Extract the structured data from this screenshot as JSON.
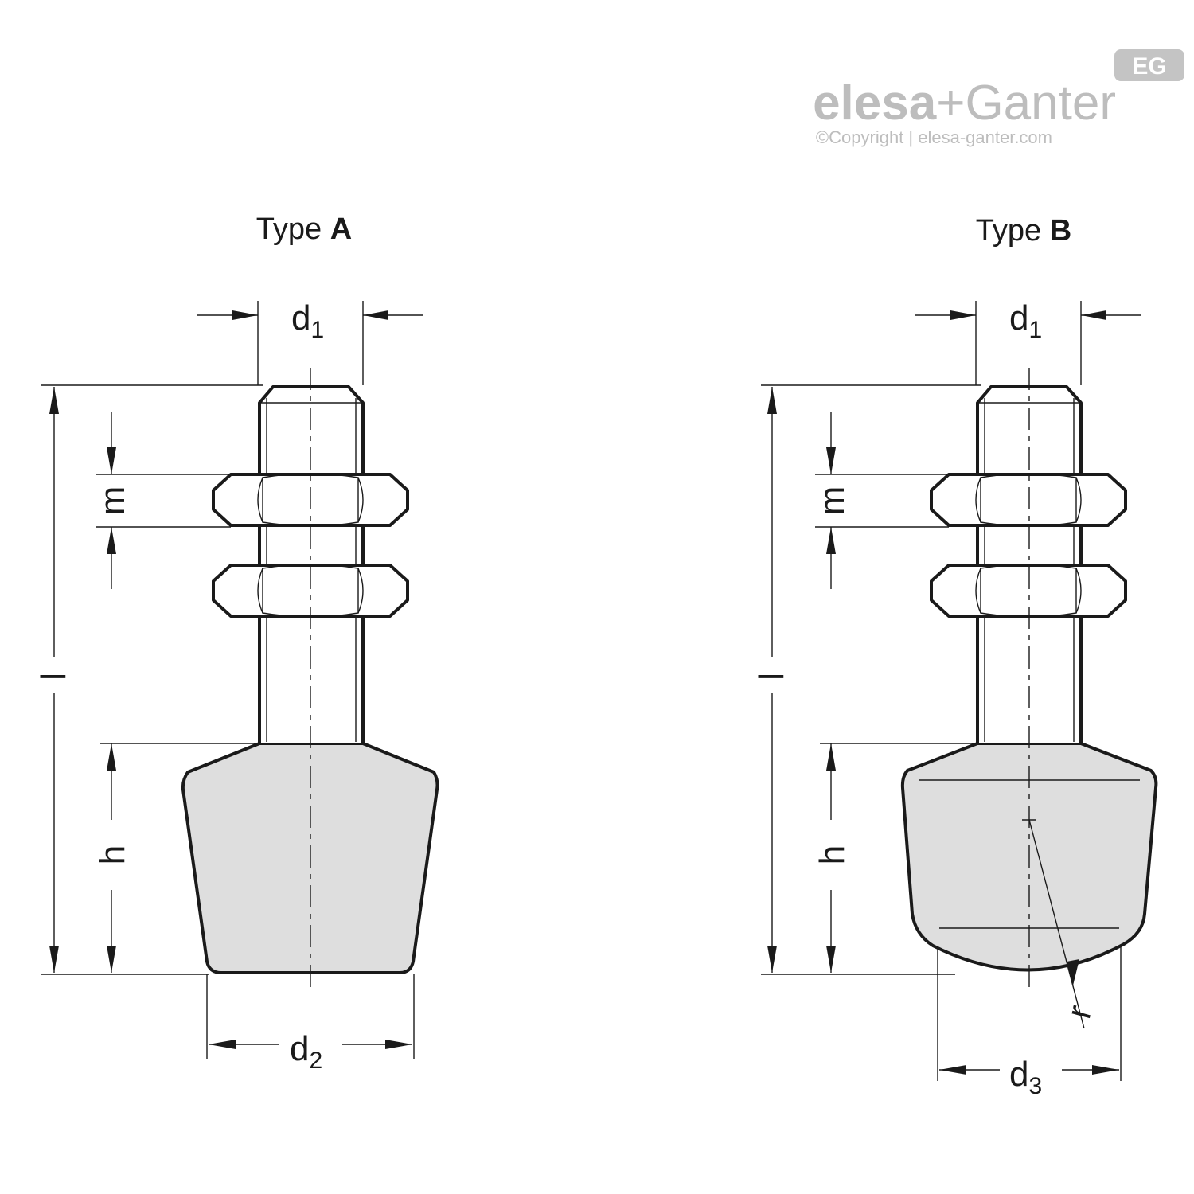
{
  "logo": {
    "brand_left": "elesa",
    "brand_plus": "+",
    "brand_right": "Ganter",
    "badge": "EG",
    "copyright": "©Copyright | elesa-ganter.com",
    "color": "#bdbdbd"
  },
  "type_a": {
    "label_prefix": "Type ",
    "label_letter": "A",
    "dims": {
      "d1": "d",
      "d1_sub": "1",
      "d2": "d",
      "d2_sub": "2",
      "m": "m",
      "h": "h",
      "l": "l"
    }
  },
  "type_b": {
    "label_prefix": "Type ",
    "label_letter": "B",
    "dims": {
      "d1": "d",
      "d1_sub": "1",
      "d3": "d",
      "d3_sub": "3",
      "m": "m",
      "h": "h",
      "l": "l",
      "r": "r"
    }
  },
  "colors": {
    "line": "#1a1a1a",
    "fill": "#dedede"
  }
}
